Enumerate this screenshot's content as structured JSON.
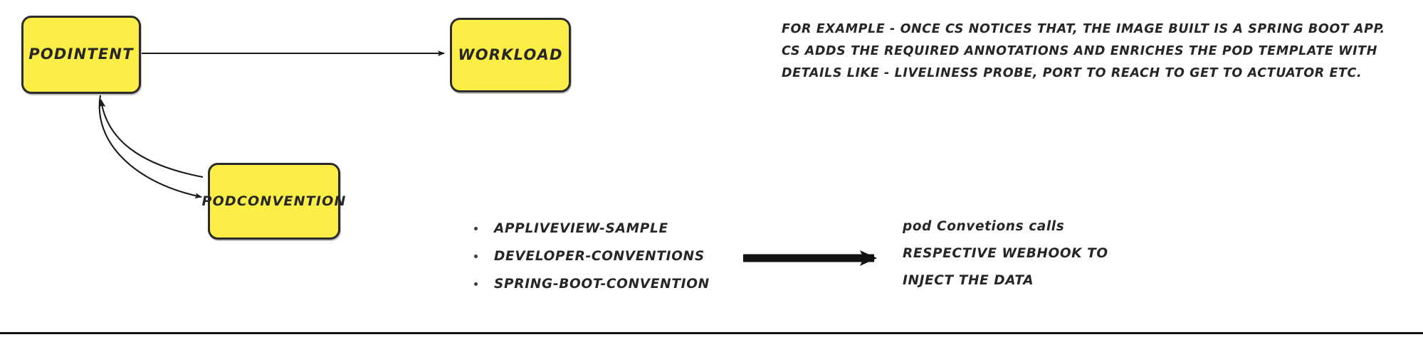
{
  "diagram": {
    "title": "Pod Conventions flow",
    "colors": {
      "node_fill": "#fcee46",
      "node_stroke": "#2b2b2b",
      "text": "#262626",
      "background": "#ffffff"
    },
    "nodes": [
      {
        "id": "podintent",
        "label": "PodIntent"
      },
      {
        "id": "workload",
        "label": "workload"
      },
      {
        "id": "podconvention",
        "label": "podconvention"
      }
    ],
    "edges": [
      {
        "from": "podintent",
        "to": "workload",
        "style": "straight-thin"
      },
      {
        "from": "podintent",
        "to": "podconvention",
        "style": "curved-thin"
      },
      {
        "from": "podconvention",
        "to": "podintent",
        "style": "curved-thin"
      },
      {
        "from": "conventions-list",
        "to": "webhook-note",
        "style": "thick"
      }
    ],
    "note": {
      "lines": [
        "For example - once cs notices that, the image built is a spring boot app.",
        "cs adds the required annotations and enriches the pod template with",
        "details like - liveliness probe, port to reach to get to actuator etc."
      ]
    },
    "conventions": {
      "items": [
        "appliveview-sample",
        "developer-conventions",
        "spring-boot-convention"
      ]
    },
    "webhook_note": {
      "lines": [
        "pod Convetions calls",
        "respective webhook to",
        "inject the data"
      ]
    }
  }
}
